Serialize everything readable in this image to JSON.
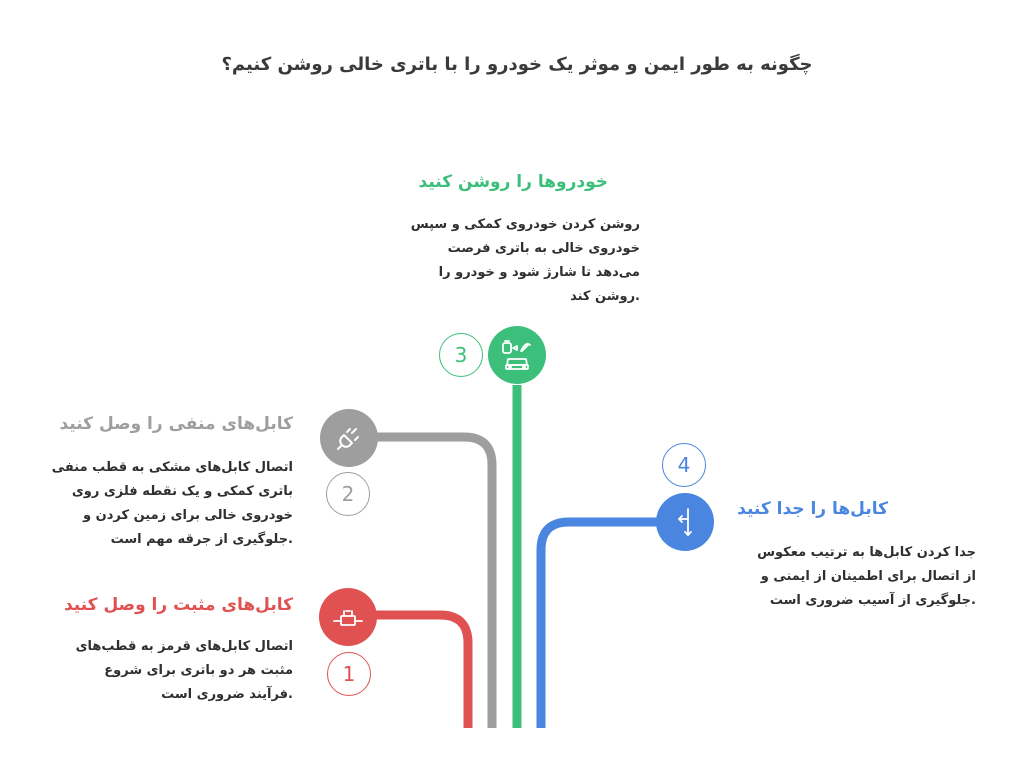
{
  "title": "چگونه به طور ایمن و موثر یک خودرو را با باتری خالی روشن کنیم؟",
  "steps": [
    {
      "number": "1",
      "title": "کابل‌های مثبت را وصل کنید",
      "desc": [
        "اتصال کابل‌های قرمز به قطب‌های",
        "مثبت هر دو باتری برای شروع",
        ".فرآیند ضروری است"
      ],
      "color": "#e05252",
      "icon": "cable-connector-icon"
    },
    {
      "number": "2",
      "title": "کابل‌های منفی را وصل کنید",
      "desc": [
        "اتصال کابل‌های مشکی به قطب منفی",
        "باتری کمکی و یک نقطه فلزی روی",
        "خودروی خالی برای زمین کردن و",
        ".جلوگیری از جرقه مهم است"
      ],
      "color": "#9e9e9e",
      "icon": "plug-icon"
    },
    {
      "number": "3",
      "title": "خودروها را روشن کنید",
      "desc": [
        "روشن کردن خودروی کمکی و سپس",
        "خودروی خالی به باتری فرصت",
        "می‌دهد تا شارژ شود و خودرو را",
        ".روشن کند"
      ],
      "color": "#3cbf7a",
      "icon": "car-charging-icon"
    },
    {
      "number": "4",
      "title": "کابل‌ها را جدا کنید",
      "desc": [
        "جدا کردن کابل‌ها به ترتیب معکوس",
        "از اتصال برای اطمینان از ایمنی و",
        ".جلوگیری از آسیب ضروری است"
      ],
      "color": "#4a86e0",
      "icon": "split-arrows-icon"
    }
  ]
}
